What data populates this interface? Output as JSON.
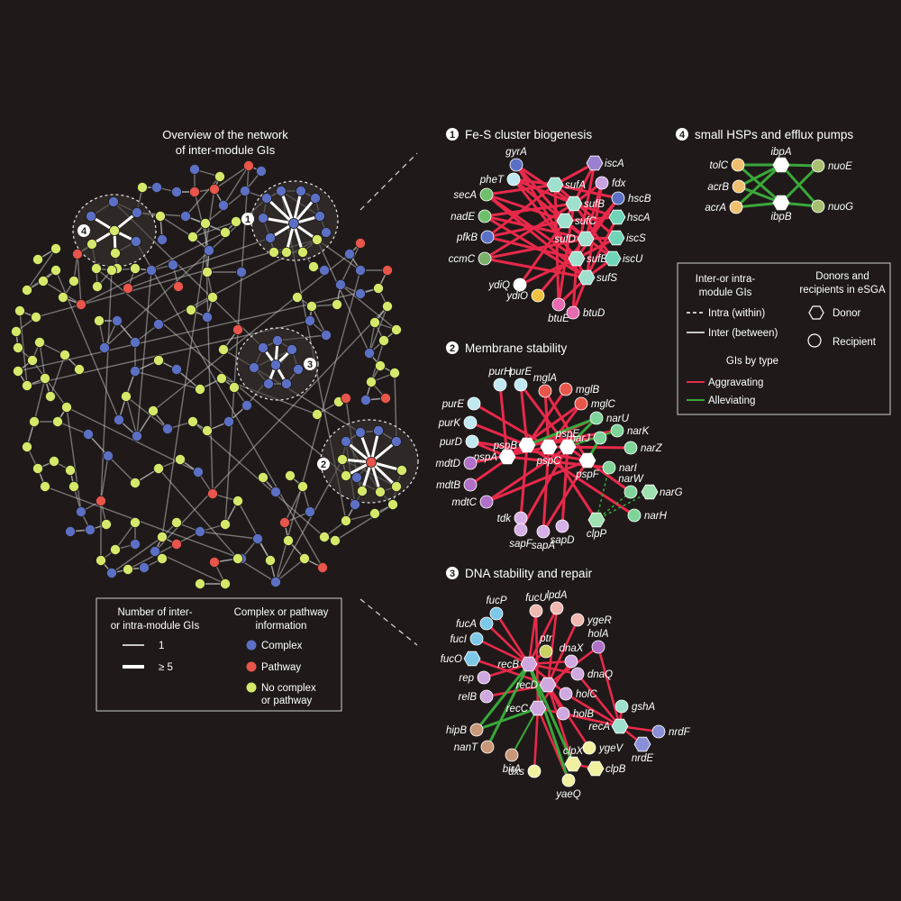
{
  "overview": {
    "title_line1": "Overview of the network",
    "title_line2": "of inter-module GIs",
    "callouts": [
      "1",
      "2",
      "3",
      "4"
    ]
  },
  "overview_legend": {
    "header_left_1": "Number of inter-",
    "header_left_2": "or intra-module GIs",
    "line_1": "1",
    "line_5": "≥ 5",
    "header_right_1": "Complex or pathway",
    "header_right_2": "information",
    "complex": "Complex",
    "pathway": "Pathway",
    "none_1": "No complex",
    "none_2": "or pathway"
  },
  "gi_legend": {
    "header_left_1": "Inter-or intra-",
    "header_left_2": "module GIs",
    "intra": "Intra (within)",
    "inter": "Inter (between)",
    "header_right_1": "Donors and",
    "header_right_2": "recipients in eSGA",
    "donor": "Donor",
    "recipient": "Recipient",
    "type_header": "GIs by type",
    "aggravating": "Aggravating",
    "alleviating": "Alleviating"
  },
  "colors": {
    "background": "#1f1a19",
    "complex": "#5b70c4",
    "pathway": "#e8554b",
    "none": "#d6e86a",
    "aggravating": "#e8294a",
    "alleviating": "#3aa83a",
    "edge": "#bdbdbd"
  },
  "panels": [
    {
      "number": "1",
      "title": "Fe-S cluster biogenesis",
      "nodes": [
        {
          "id": "gyrA",
          "label": "gyrA",
          "shape": "circle",
          "color": "#5b70c4"
        },
        {
          "id": "pheT",
          "label": "pheT",
          "shape": "circle",
          "color": "#bfe8f0"
        },
        {
          "id": "secA",
          "label": "secA",
          "shape": "circle",
          "color": "#6fbf6a"
        },
        {
          "id": "nadE",
          "label": "nadE",
          "shape": "circle",
          "color": "#6fbf6a"
        },
        {
          "id": "pfkB",
          "label": "pfkB",
          "shape": "circle",
          "color": "#5b70c4"
        },
        {
          "id": "ccmC",
          "label": "ccmC",
          "shape": "circle",
          "color": "#7ab06a"
        },
        {
          "id": "ydiQ",
          "label": "ydiQ",
          "shape": "circle",
          "color": "#ffffff"
        },
        {
          "id": "ydiO",
          "label": "ydiO",
          "shape": "circle",
          "color": "#f0c040"
        },
        {
          "id": "btuE",
          "label": "btuE",
          "shape": "circle",
          "color": "#e86ab0"
        },
        {
          "id": "btuD",
          "label": "btuD",
          "shape": "circle",
          "color": "#e86ab0"
        },
        {
          "id": "iscA",
          "label": "iscA",
          "shape": "hexagon",
          "color": "#9a80d0"
        },
        {
          "id": "fdx",
          "label": "fdx",
          "shape": "circle",
          "color": "#c9a2e0"
        },
        {
          "id": "hscB",
          "label": "hscB",
          "shape": "circle",
          "color": "#5b70c4"
        },
        {
          "id": "sufA",
          "label": "sufA",
          "shape": "hexagon",
          "color": "#9fe0cf"
        },
        {
          "id": "sufB",
          "label": "sufB",
          "shape": "hexagon",
          "color": "#9fe0cf"
        },
        {
          "id": "sufC",
          "label": "sufC",
          "shape": "hexagon",
          "color": "#9fe0cf"
        },
        {
          "id": "sufD",
          "label": "sufD",
          "shape": "hexagon",
          "color": "#9fe0cf"
        },
        {
          "id": "sufE",
          "label": "sufE",
          "shape": "hexagon",
          "color": "#9fe0cf"
        },
        {
          "id": "sufS",
          "label": "sufS",
          "shape": "hexagon",
          "color": "#9fe0cf"
        },
        {
          "id": "hscA",
          "label": "hscA",
          "shape": "hexagon",
          "color": "#6fd4b8"
        },
        {
          "id": "iscS",
          "label": "iscS",
          "shape": "hexagon",
          "color": "#6fd4b8"
        },
        {
          "id": "iscU",
          "label": "iscU",
          "shape": "hexagon",
          "color": "#6fd4b8"
        }
      ]
    },
    {
      "number": "2",
      "title": "Membrane stability",
      "nodes": [
        {
          "id": "purE",
          "label": "purE",
          "shape": "circle",
          "color": "#bfe8f0"
        },
        {
          "id": "purH",
          "label": "purH",
          "shape": "circle",
          "color": "#bfe8f0"
        },
        {
          "id": "purE2",
          "label": "purE",
          "shape": "circle",
          "color": "#bfe8f0"
        },
        {
          "id": "purK",
          "label": "purK",
          "shape": "circle",
          "color": "#bfe8f0"
        },
        {
          "id": "purD",
          "label": "purD",
          "shape": "circle",
          "color": "#bfe8f0"
        },
        {
          "id": "mglA",
          "label": "mglA",
          "shape": "circle",
          "color": "#e8554b"
        },
        {
          "id": "mglB",
          "label": "mglB",
          "shape": "circle",
          "color": "#e8554b"
        },
        {
          "id": "mglC",
          "label": "mglC",
          "shape": "circle",
          "color": "#e8554b"
        },
        {
          "id": "pspB",
          "label": "pspB",
          "shape": "hexagon",
          "color": "#ffffff"
        },
        {
          "id": "pspA",
          "label": "pspA",
          "shape": "hexagon",
          "color": "#ffffff"
        },
        {
          "id": "pspC",
          "label": "pspC",
          "shape": "hexagon",
          "color": "#ffffff"
        },
        {
          "id": "pspE",
          "label": "pspE",
          "shape": "hexagon",
          "color": "#ffffff"
        },
        {
          "id": "pspF",
          "label": "pspF",
          "shape": "hexagon",
          "color": "#ffffff"
        },
        {
          "id": "narU",
          "label": "narU",
          "shape": "circle",
          "color": "#7fd49a"
        },
        {
          "id": "narK",
          "label": "narK",
          "shape": "circle",
          "color": "#7fd49a"
        },
        {
          "id": "narJ",
          "label": "narJ",
          "shape": "circle",
          "color": "#7fd49a"
        },
        {
          "id": "narZ",
          "label": "narZ",
          "shape": "circle",
          "color": "#7fd49a"
        },
        {
          "id": "narI",
          "label": "narI",
          "shape": "circle",
          "color": "#7fd49a"
        },
        {
          "id": "narW",
          "label": "narW",
          "shape": "circle",
          "color": "#7fd49a"
        },
        {
          "id": "narG",
          "label": "narG",
          "shape": "hexagon",
          "color": "#9fe0b0"
        },
        {
          "id": "narH",
          "label": "narH",
          "shape": "circle",
          "color": "#7fd49a"
        },
        {
          "id": "clpP",
          "label": "clpP",
          "shape": "hexagon",
          "color": "#9fe0b0"
        },
        {
          "id": "mdtD",
          "label": "mdtD",
          "shape": "circle",
          "color": "#b070c8"
        },
        {
          "id": "mdtB",
          "label": "mdtB",
          "shape": "circle",
          "color": "#b070c8"
        },
        {
          "id": "mdtC",
          "label": "mdtC",
          "shape": "circle",
          "color": "#b070c8"
        },
        {
          "id": "tdk",
          "label": "tdk",
          "shape": "circle",
          "color": "#d8b0e8"
        },
        {
          "id": "sapF",
          "label": "sapF",
          "shape": "circle",
          "color": "#d8b0e8"
        },
        {
          "id": "sapA",
          "label": "sapA",
          "shape": "circle",
          "color": "#d8b0e8"
        },
        {
          "id": "sapD",
          "label": "sapD",
          "shape": "circle",
          "color": "#d8b0e8"
        }
      ]
    },
    {
      "number": "3",
      "title": "DNA stability and repair",
      "nodes": [
        {
          "id": "fucP",
          "label": "fucP",
          "shape": "circle",
          "color": "#7cc8e8"
        },
        {
          "id": "fucA",
          "label": "fucA",
          "shape": "circle",
          "color": "#7cc8e8"
        },
        {
          "id": "fucI",
          "label": "fucI",
          "shape": "circle",
          "color": "#7cc8e8"
        },
        {
          "id": "fucO",
          "label": "fucO",
          "shape": "hexagon",
          "color": "#7cc8e8"
        },
        {
          "id": "fucU",
          "label": "fucU",
          "shape": "circle",
          "color": "#f0b8b0"
        },
        {
          "id": "lpdA",
          "label": "lpdA",
          "shape": "circle",
          "color": "#f0b8b0"
        },
        {
          "id": "ygeR",
          "label": "ygeR",
          "shape": "circle",
          "color": "#f0b8b0"
        },
        {
          "id": "ptr",
          "label": "ptr",
          "shape": "circle",
          "color": "#c8d060"
        },
        {
          "id": "recB",
          "label": "recB",
          "shape": "hexagon",
          "color": "#d0a8e0"
        },
        {
          "id": "dnaX",
          "label": "dnaX",
          "shape": "circle",
          "color": "#d0a8e0"
        },
        {
          "id": "holA",
          "label": "holA",
          "shape": "circle",
          "color": "#b070c8"
        },
        {
          "id": "dnaQ",
          "label": "dnaQ",
          "shape": "circle",
          "color": "#d0a8e0"
        },
        {
          "id": "rep",
          "label": "rep",
          "shape": "circle",
          "color": "#d0a8e0"
        },
        {
          "id": "relB",
          "label": "relB",
          "shape": "circle",
          "color": "#d0a8e0"
        },
        {
          "id": "recD",
          "label": "recD",
          "shape": "hexagon",
          "color": "#d0a8e0"
        },
        {
          "id": "holC",
          "label": "holC",
          "shape": "circle",
          "color": "#d0a8e0"
        },
        {
          "id": "recC",
          "label": "recC",
          "shape": "hexagon",
          "color": "#d0a8e0"
        },
        {
          "id": "holB",
          "label": "holB",
          "shape": "circle",
          "color": "#d0a8e0"
        },
        {
          "id": "gshA",
          "label": "gshA",
          "shape": "circle",
          "color": "#9fe0cf"
        },
        {
          "id": "recA",
          "label": "recA",
          "shape": "hexagon",
          "color": "#9fe0cf"
        },
        {
          "id": "nrdF",
          "label": "nrdF",
          "shape": "circle",
          "color": "#8a90d8"
        },
        {
          "id": "nrdE",
          "label": "nrdE",
          "shape": "hexagon",
          "color": "#8a90d8"
        },
        {
          "id": "hipB",
          "label": "hipB",
          "shape": "circle",
          "color": "#c89878"
        },
        {
          "id": "nanT",
          "label": "nanT",
          "shape": "circle",
          "color": "#c89878"
        },
        {
          "id": "birA",
          "label": "birA",
          "shape": "circle",
          "color": "#c89878"
        },
        {
          "id": "dxs",
          "label": "dxs",
          "shape": "circle",
          "color": "#f0f0a0"
        },
        {
          "id": "clpX",
          "label": "clpX",
          "shape": "hexagon",
          "color": "#f0f0a0"
        },
        {
          "id": "yaeQ",
          "label": "yaeQ",
          "shape": "circle",
          "color": "#f0f0a0"
        },
        {
          "id": "ygeV",
          "label": "ygeV",
          "shape": "circle",
          "color": "#f0f0a0"
        },
        {
          "id": "clpB",
          "label": "clpB",
          "shape": "hexagon",
          "color": "#f0f0a0"
        }
      ]
    },
    {
      "number": "4",
      "title": "small HSPs and efflux pumps",
      "nodes": [
        {
          "id": "tolC",
          "label": "tolC",
          "shape": "circle",
          "color": "#f0c070"
        },
        {
          "id": "acrB",
          "label": "acrB",
          "shape": "circle",
          "color": "#f0c070"
        },
        {
          "id": "acrA",
          "label": "acrA",
          "shape": "circle",
          "color": "#f0c070"
        },
        {
          "id": "ibpA",
          "label": "ibpA",
          "shape": "hexagon",
          "color": "#ffffff"
        },
        {
          "id": "ibpB",
          "label": "ibpB",
          "shape": "hexagon",
          "color": "#ffffff"
        },
        {
          "id": "nuoE",
          "label": "nuoE",
          "shape": "circle",
          "color": "#a8c070"
        },
        {
          "id": "nuoG",
          "label": "nuoG",
          "shape": "circle",
          "color": "#a8c070"
        }
      ]
    }
  ]
}
